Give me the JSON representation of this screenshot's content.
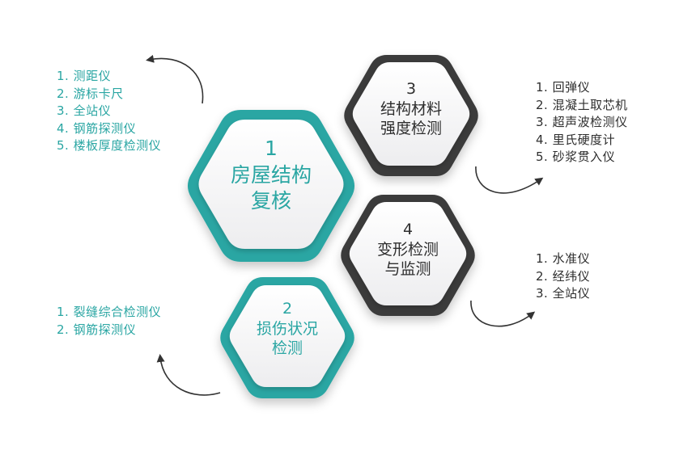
{
  "colors": {
    "teal": "#2aa6a3",
    "dark_ring": "#3a3a3a",
    "hex_fill": "#f7f7f8",
    "arrow": "#333333",
    "teal_text": "#2aa6a3",
    "dark_text": "#2e2e2e"
  },
  "nodes": [
    {
      "number": "1",
      "line1": "房屋结构",
      "line2": "复核",
      "style": "teal"
    },
    {
      "number": "2",
      "line1": "损伤状况",
      "line2": "检测",
      "style": "teal"
    },
    {
      "number": "3",
      "line1": "结构材料",
      "line2": "强度检测",
      "style": "dark"
    },
    {
      "number": "4",
      "line1": "变形检测",
      "line2": "与监测",
      "style": "dark"
    }
  ],
  "lists": {
    "node1": [
      {
        "index": "1.",
        "text": "测距仪"
      },
      {
        "index": "2.",
        "text": "游标卡尺"
      },
      {
        "index": "3.",
        "text": "全站仪"
      },
      {
        "index": "4.",
        "text": "钢筋探测仪"
      },
      {
        "index": "5.",
        "text": "楼板厚度检测仪"
      }
    ],
    "node2": [
      {
        "index": "1.",
        "text": "裂缝综合检测仪"
      },
      {
        "index": "2.",
        "text": "钢筋探测仪"
      }
    ],
    "node3": [
      {
        "index": "1.",
        "text": "回弹仪"
      },
      {
        "index": "2.",
        "text": "混凝土取芯机"
      },
      {
        "index": "3.",
        "text": "超声波检测仪"
      },
      {
        "index": "4.",
        "text": "里氏硬度计"
      },
      {
        "index": "5.",
        "text": "砂浆贯入仪"
      }
    ],
    "node4": [
      {
        "index": "1.",
        "text": "水准仪"
      },
      {
        "index": "2.",
        "text": "经纬仪"
      },
      {
        "index": "3.",
        "text": "全站仪"
      }
    ]
  }
}
